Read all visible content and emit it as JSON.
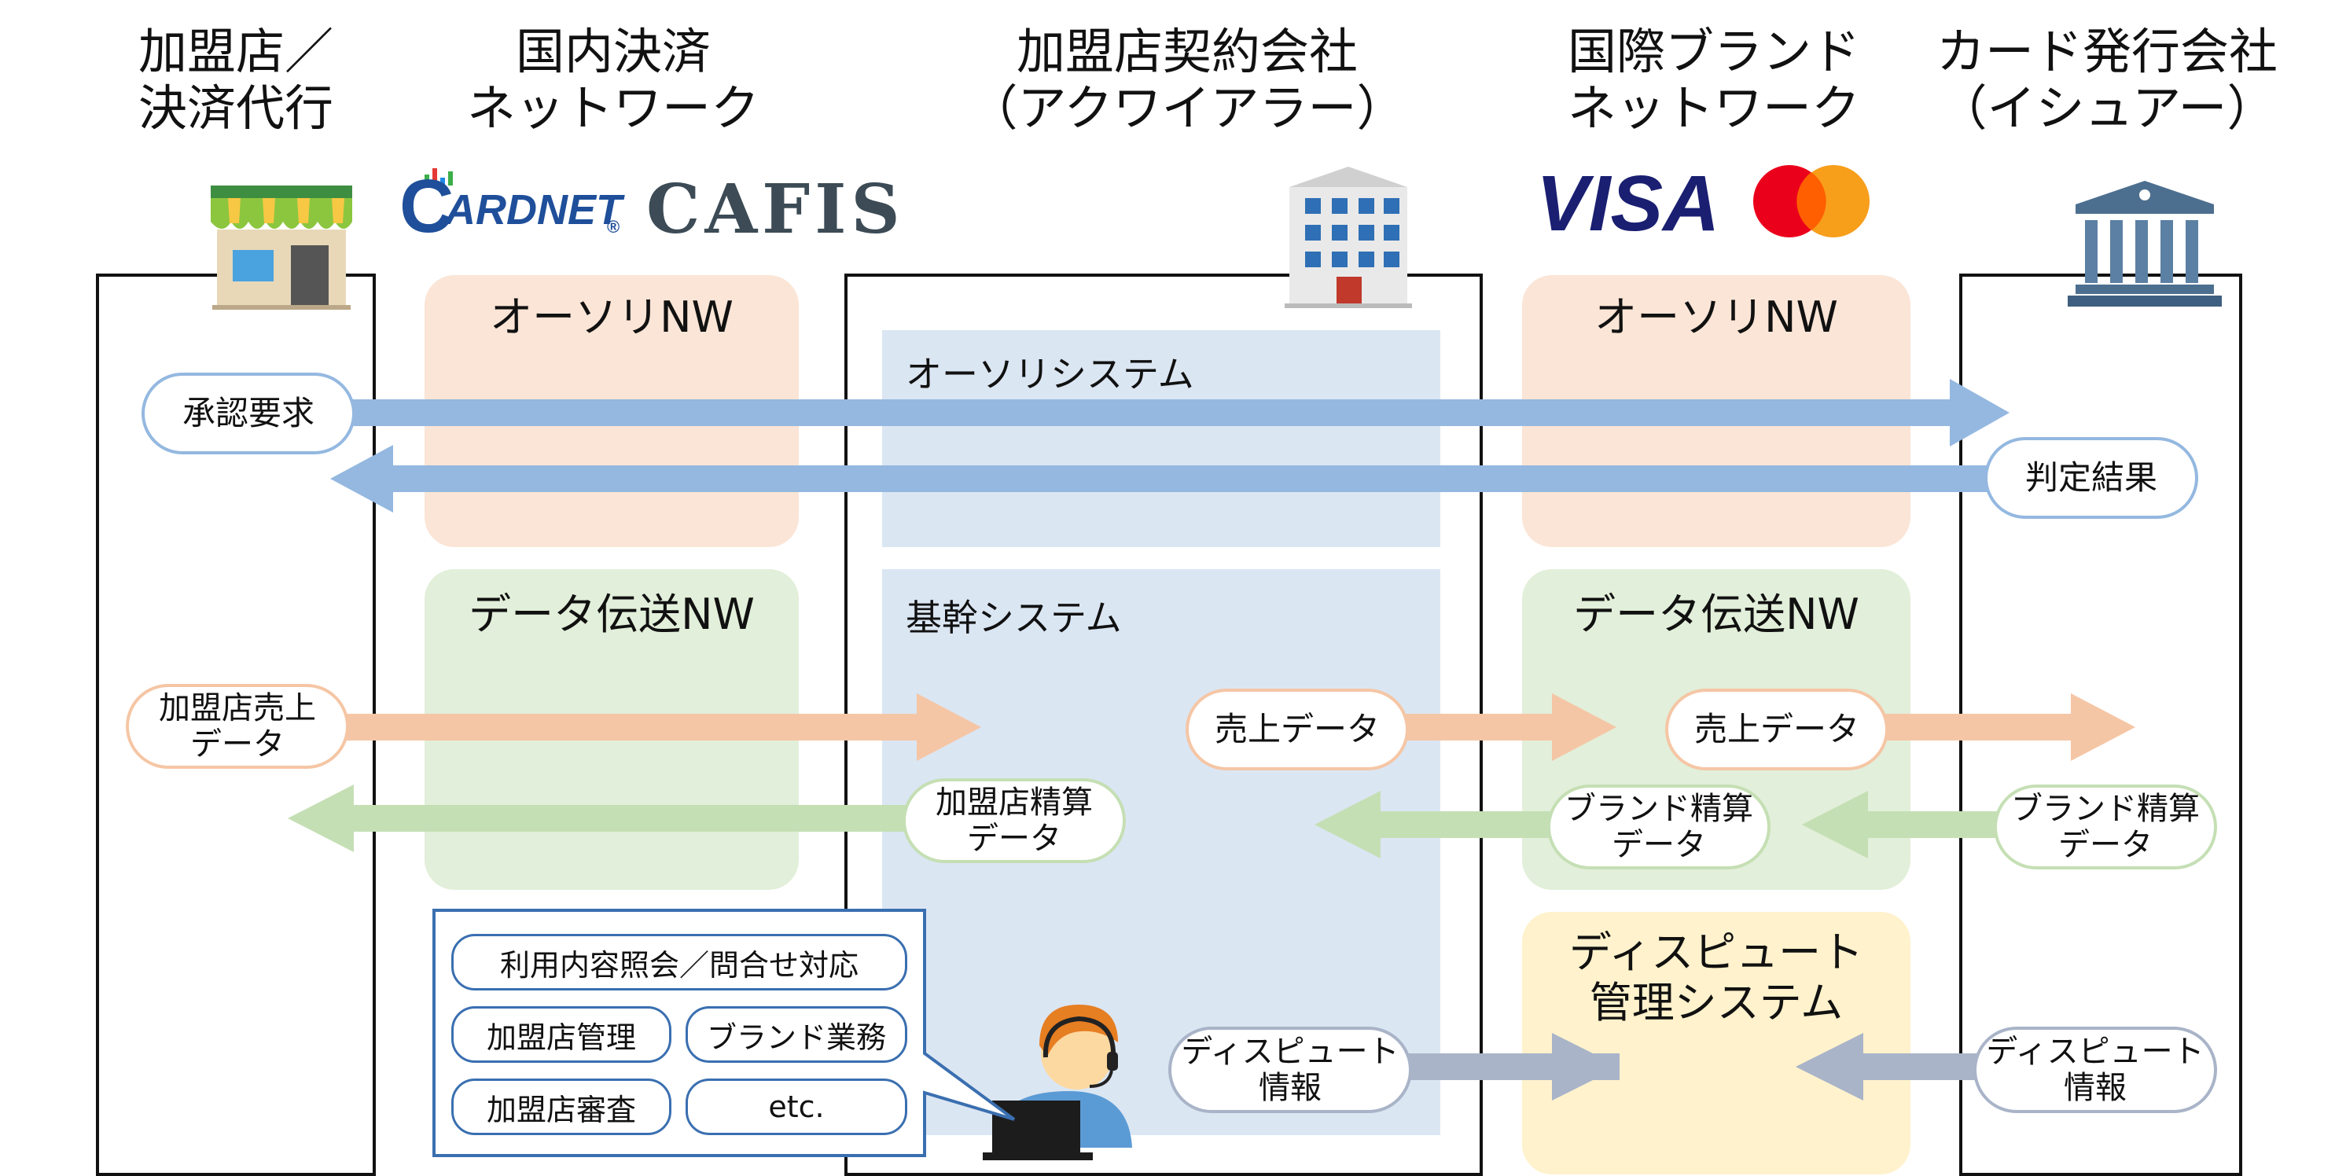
{
  "columns": [
    {
      "title": "加盟店／\n決済代行"
    },
    {
      "title": "国内決済\nネットワーク"
    },
    {
      "title": "加盟店契約会社\n（アクワイアラー）"
    },
    {
      "title": "国際ブランド\nネットワーク"
    },
    {
      "title": "カード発行会社\n（イシュアー）"
    }
  ],
  "logos": {
    "cardnet_c": "C",
    "cardnet_rest": "ARDNET",
    "cardnet_mark": "®",
    "cafis": "CAFIS",
    "visa": "VISA"
  },
  "zones": {
    "domestic_auth": "オーソリNW",
    "domestic_data": "データ伝送NW",
    "intl_auth": "オーソリNW",
    "intl_data": "データ伝送NW",
    "dispute_system": "ディスピュート\n管理システム"
  },
  "systems": {
    "auth_system": "オーソリシステム",
    "core_system": "基幹システム"
  },
  "flows": {
    "approval_request": "承認要求",
    "judgment_result": "判定結果",
    "merchant_sales": "加盟店売上\nデータ",
    "sales_data_1": "売上データ",
    "sales_data_2": "売上データ",
    "merchant_settlement": "加盟店精算\nデータ",
    "brand_settlement_1": "ブランド精算\nデータ",
    "brand_settlement_2": "ブランド精算\nデータ",
    "dispute_info_1": "ディスピュート\n情報",
    "dispute_info_2": "ディスピュート\n情報"
  },
  "operations": {
    "inquiry": "利用内容照会／問合せ対応",
    "merchant_mgmt": "加盟店管理",
    "brand_ops": "ブランド業務",
    "merchant_review": "加盟店審査",
    "etc": "etc."
  },
  "colors": {
    "blue_arrow": "#94b8e0",
    "orange_arrow": "#f5c6a5",
    "green_arrow": "#c5dfb4",
    "gray_arrow": "#a9b4c8",
    "auth_zone": "#fbe5d6",
    "data_zone": "#e2efda",
    "dispute_zone": "#fff2cc",
    "system_bg": "#dbe6f3"
  }
}
